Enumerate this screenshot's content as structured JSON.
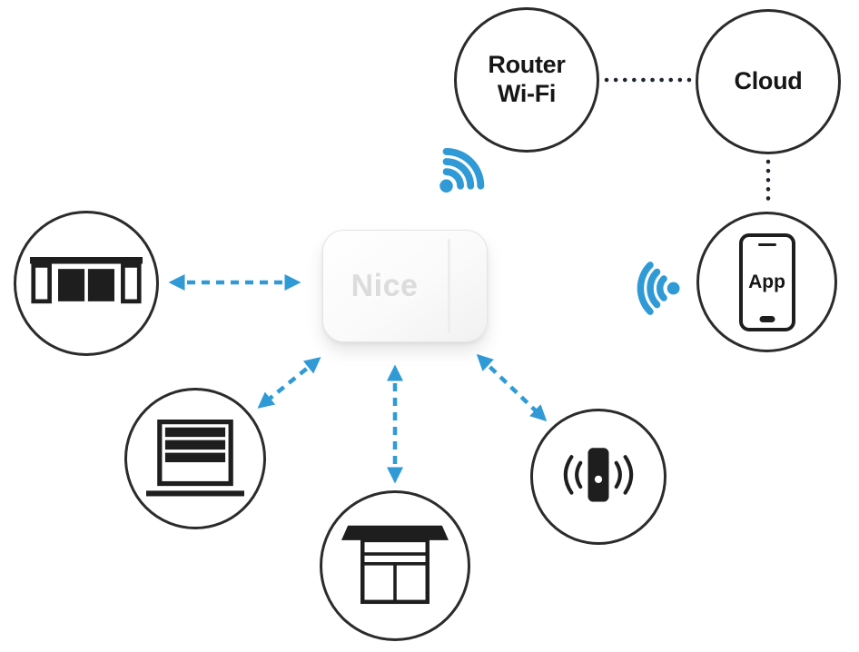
{
  "colors": {
    "accent_blue": "#2F9AD6",
    "icon_dark": "#1E1E1E",
    "dotted_line": "#1E2430",
    "circle_border": "#2B2B2B",
    "device_label_text": "#DCDCDC"
  },
  "nodes": {
    "router": {
      "label_line1": "Router",
      "label_line2": "Wi-Fi"
    },
    "cloud": {
      "label": "Cloud"
    },
    "app": {
      "label": "App"
    },
    "hub": {
      "label": "Nice"
    },
    "sliding_gate": {
      "icon": "sliding-gate-icon"
    },
    "roller_shutter": {
      "icon": "roller-shutter-icon"
    },
    "sectional_door": {
      "icon": "sectional-door-icon"
    },
    "alarm_siren": {
      "icon": "alarm-siren-icon"
    }
  },
  "connections": [
    {
      "from": "hub",
      "to": "router",
      "type": "wifi-signal"
    },
    {
      "from": "router",
      "to": "cloud",
      "type": "dotted-line"
    },
    {
      "from": "cloud",
      "to": "app",
      "type": "dotted-line"
    },
    {
      "from": "app",
      "to": "hub",
      "type": "wifi-signal"
    },
    {
      "from": "hub",
      "to": "sliding_gate",
      "type": "dashed-double-arrow"
    },
    {
      "from": "hub",
      "to": "roller_shutter",
      "type": "dashed-double-arrow"
    },
    {
      "from": "hub",
      "to": "sectional_door",
      "type": "dashed-double-arrow"
    },
    {
      "from": "hub",
      "to": "alarm_siren",
      "type": "dashed-double-arrow"
    }
  ]
}
